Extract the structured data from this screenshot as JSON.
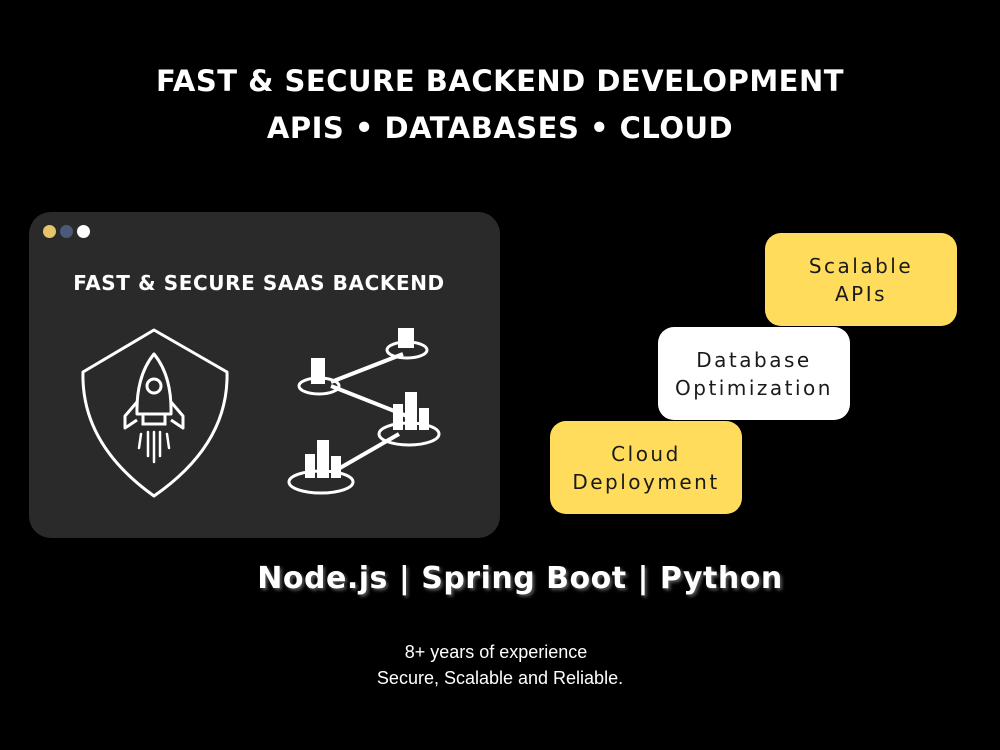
{
  "headline": {
    "line1": "FAST & SECURE BACKEND DEVELOPMENT",
    "line2": "APIS • DATABASES • CLOUD"
  },
  "panel": {
    "title": "FAST & SECURE SAAS BACKEND",
    "window_dots": [
      "#e6c46a",
      "#4a5a78",
      "#ffffff"
    ],
    "icons": [
      "shield-rocket-icon",
      "database-network-icon"
    ]
  },
  "tags": [
    {
      "label": "Scalable\nAPIs",
      "color": "#ffdc5c"
    },
    {
      "label": "Database\nOptimization",
      "color": "#ffffff"
    },
    {
      "label": "Cloud\nDeployment",
      "color": "#ffdc5c"
    }
  ],
  "tech_stack": "Node.js | Spring Boot | Python",
  "experience": "8+ years of experience",
  "tagline": "Secure, Scalable and Reliable."
}
